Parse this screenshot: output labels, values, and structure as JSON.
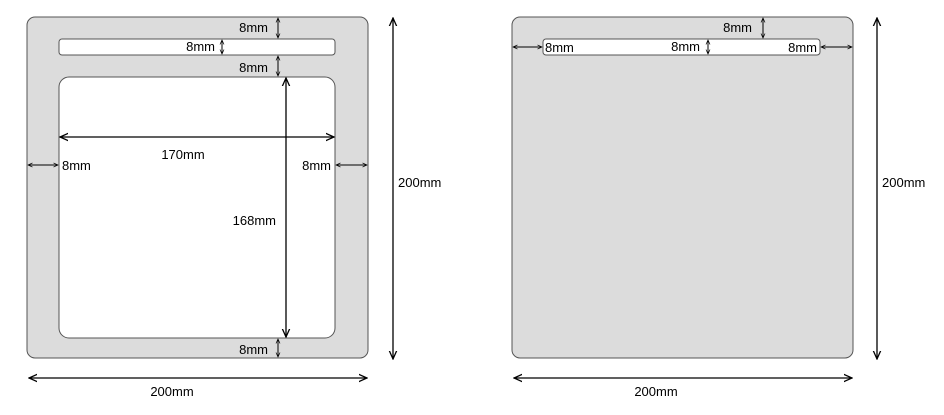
{
  "colors": {
    "panel_fill": "#dcdcdc",
    "panel_stroke": "#555555",
    "window_fill": "#ffffff",
    "arrow": "#000000"
  },
  "left_diagram": {
    "top_gap_label": "8mm",
    "strip_height_label": "8mm",
    "window_gap_label": "8mm",
    "left_margin_label": "8mm",
    "right_margin_label": "8mm",
    "window_width_label": "170mm",
    "window_height_label": "168mm",
    "bottom_margin_label": "8mm",
    "total_height_label": "200mm",
    "total_width_label": "200mm"
  },
  "right_diagram": {
    "top_gap_label": "8mm",
    "strip_left_label": "8mm",
    "strip_height_label": "8mm",
    "strip_right_label": "8mm",
    "total_height_label": "200mm",
    "total_width_label": "200mm"
  }
}
